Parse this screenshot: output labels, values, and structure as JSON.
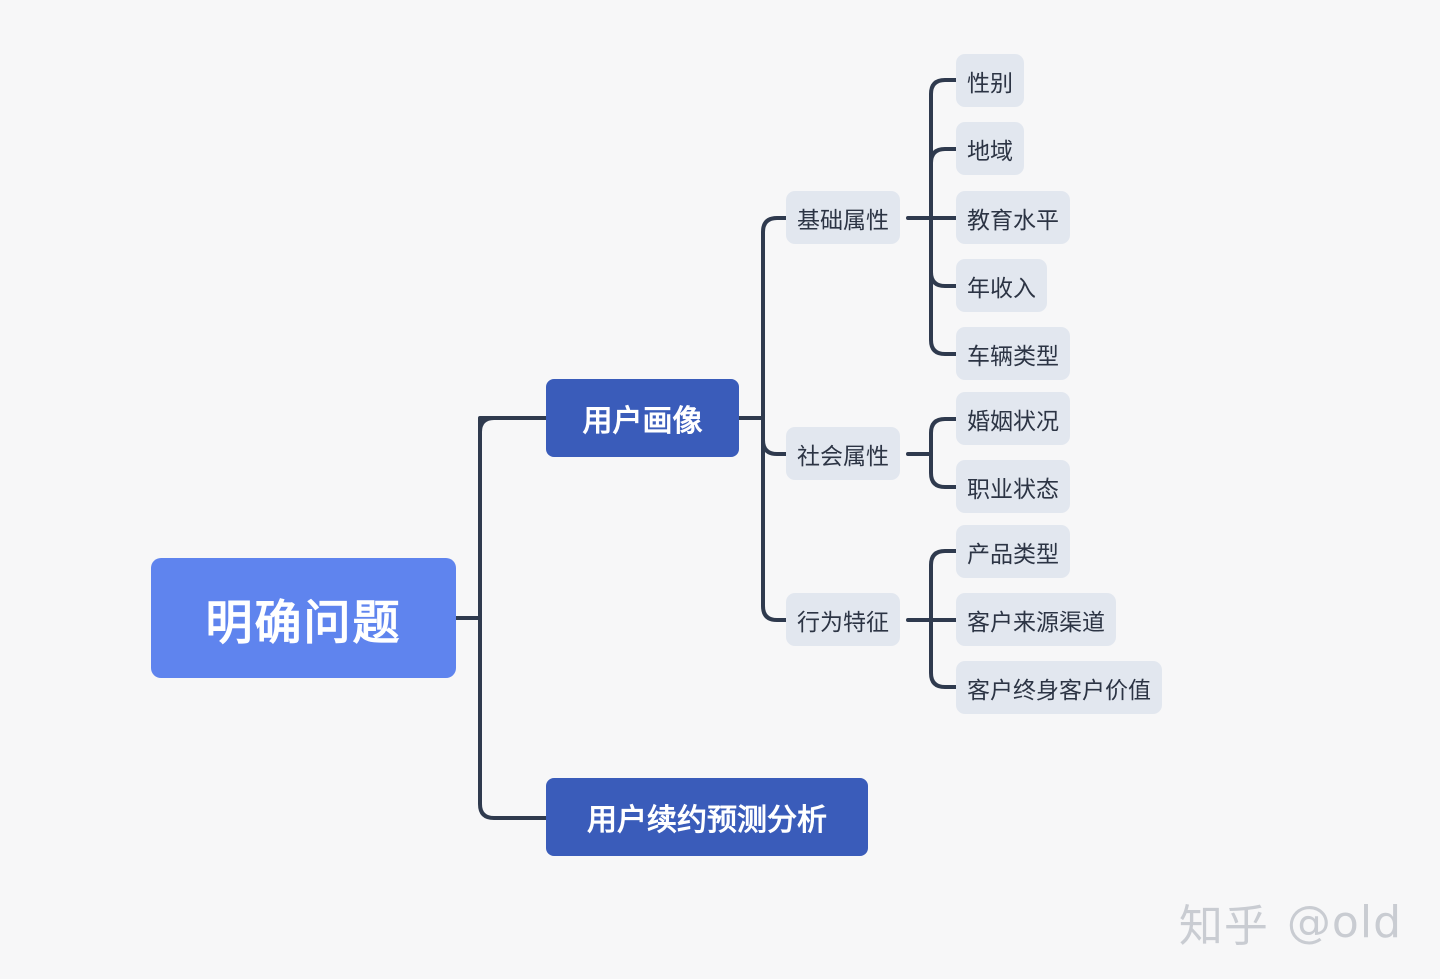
{
  "mindmap": {
    "root": "明确问题",
    "branches": [
      {
        "label": "用户画像",
        "children": [
          {
            "label": "基础属性",
            "children": [
              "性别",
              "地域",
              "教育水平",
              "年收入",
              "车辆类型"
            ]
          },
          {
            "label": "社会属性",
            "children": [
              "婚姻状况",
              "职业状态"
            ]
          },
          {
            "label": "行为特征",
            "children": [
              "产品类型",
              "客户来源渠道",
              "客户终身客户价值"
            ]
          }
        ]
      },
      {
        "label": "用户续约预测分析",
        "children": []
      }
    ]
  },
  "watermark": {
    "logo": "知乎",
    "handle": "@old"
  },
  "colors": {
    "background": "#f7f7f8",
    "root_fill": "#5f84ee",
    "main_fill": "#3a5cba",
    "sub_fill": "#e2e7ef",
    "connector": "#2f3a4e"
  }
}
